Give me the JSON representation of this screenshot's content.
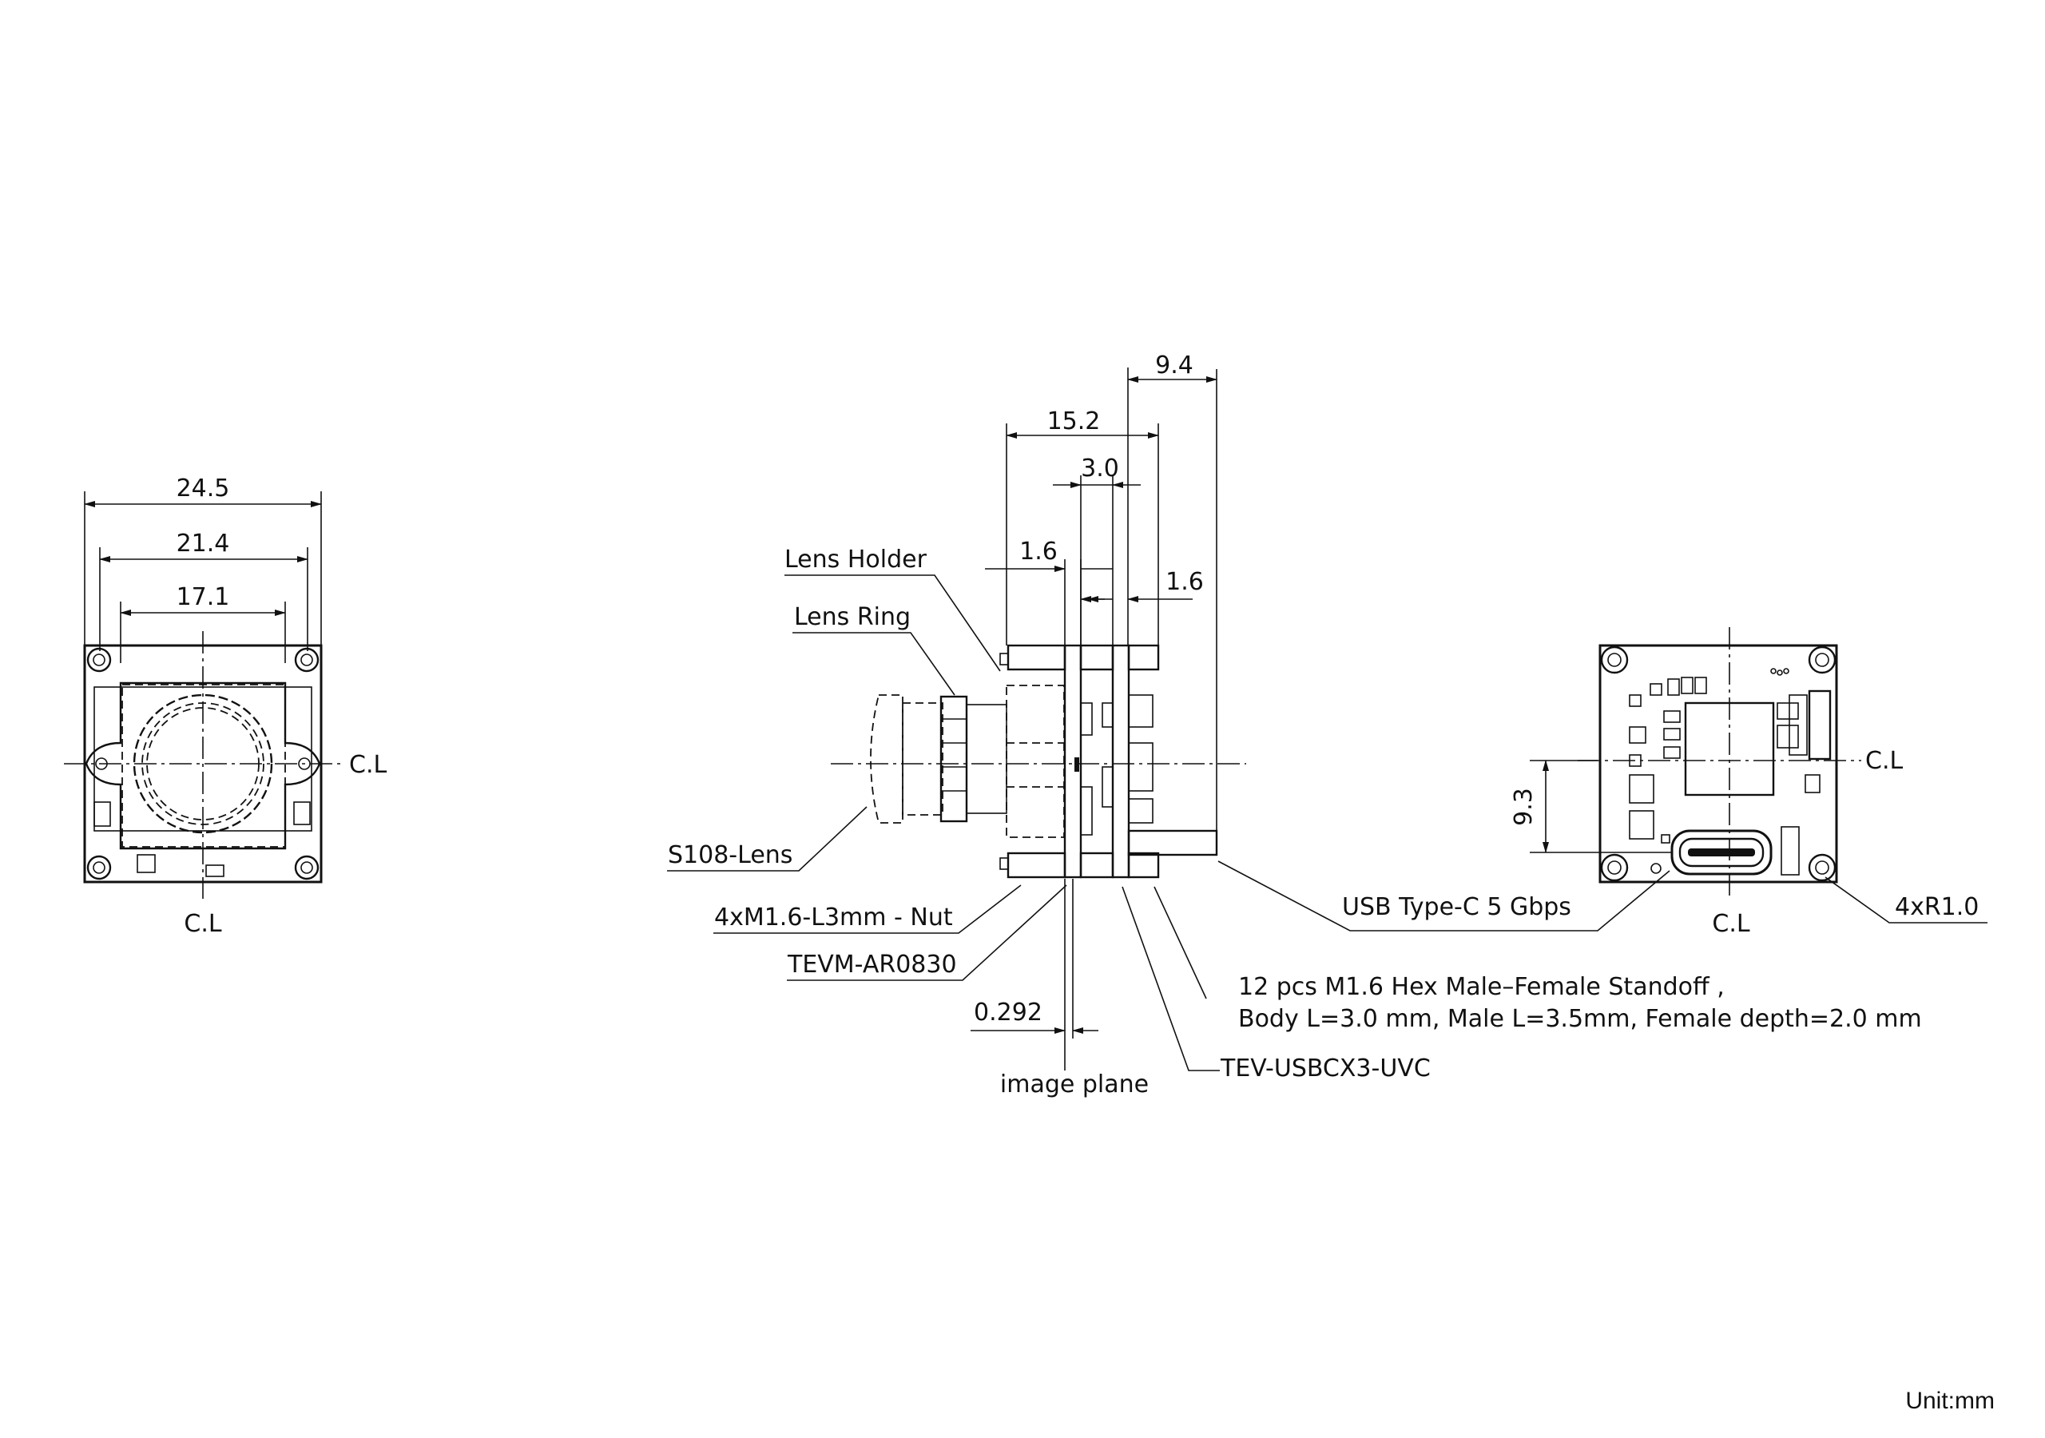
{
  "front_view": {
    "dim_outer": "24.5",
    "dim_holes": "21.4",
    "dim_holder": "17.1",
    "cl_horizontal": "C.L",
    "cl_vertical": "C.L"
  },
  "side_view": {
    "dim_9_4": "9.4",
    "dim_15_2": "15.2",
    "dim_3_0": "3.0",
    "dim_1_6_left": "1.6",
    "dim_1_6_right": "1.6",
    "dim_0_292": "0.292",
    "label_lens_holder": "Lens Holder",
    "label_lens_ring": "Lens Ring",
    "label_s108_lens": "S108-Lens",
    "label_nut": "4xM1.6-L3mm - Nut",
    "label_tevm": "TEVM-AR0830",
    "label_image_plane": "image plane",
    "label_standoff_line1": "12 pcs M1.6 Hex Male–Female Standoff ,",
    "label_standoff_line2": "Body L=3.0 mm, Male L=3.5mm, Female depth=2.0 mm",
    "label_usbcx3": "TEV-USBCX3-UVC",
    "label_usb": "USB  Type-C  5 Gbps"
  },
  "rear_view": {
    "dim_9_3": "9.3",
    "cl_horizontal": "C.L",
    "cl_vertical": "C.L",
    "label_radius": "4xR1.0"
  },
  "footer": {
    "unit": "Unit:mm"
  }
}
